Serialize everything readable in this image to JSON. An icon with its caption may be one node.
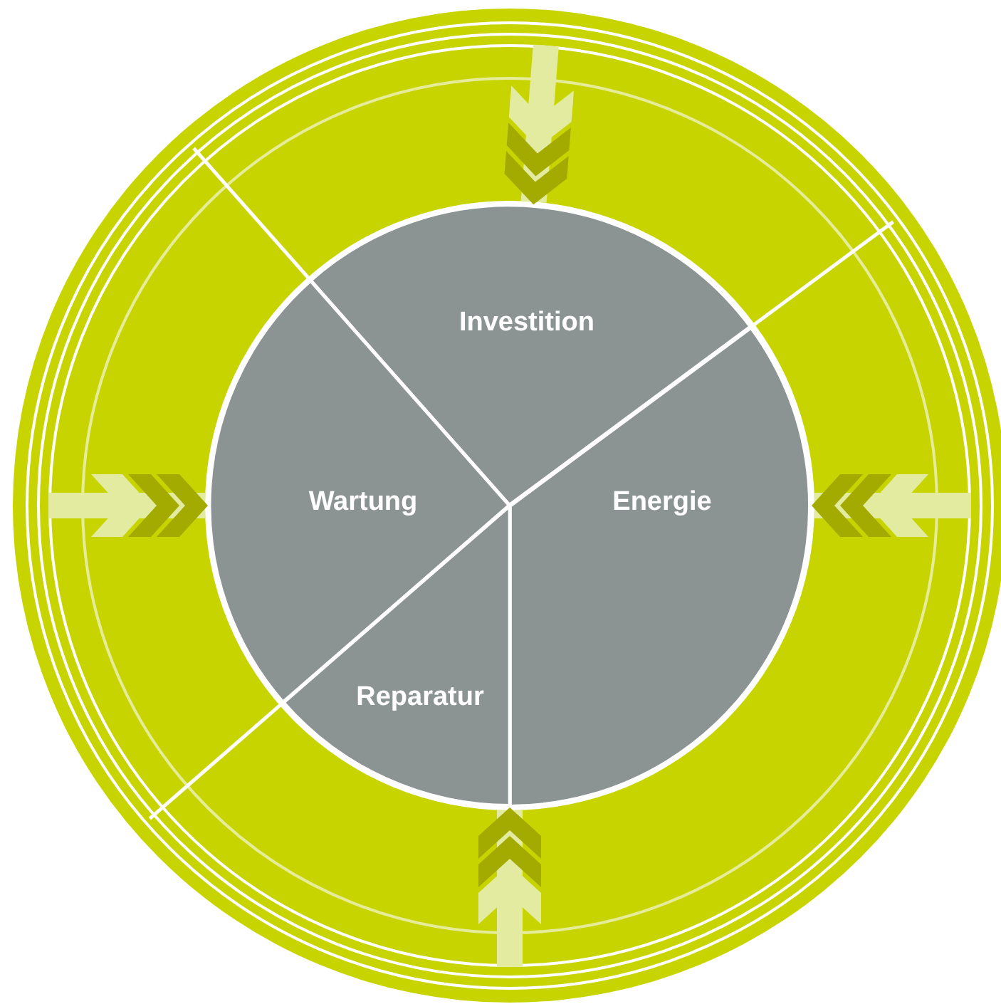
{
  "diagram": {
    "nodes": [
      {
        "text": [
          "Investition"
        ]
      },
      {
        "text": [
          "Wartung"
        ]
      },
      {
        "text": [
          "Energie"
        ]
      },
      {
        "text": [
          "Reparatur"
        ]
      }
    ],
    "edges": [
      {
        "from": null,
        "to": 0,
        "arrow": "to"
      },
      {
        "from": null,
        "to": 1,
        "arrow": "to"
      },
      {
        "from": null,
        "to": 2,
        "arrow": "to"
      },
      {
        "from": null,
        "to": 3,
        "arrow": "to"
      }
    ]
  }
}
